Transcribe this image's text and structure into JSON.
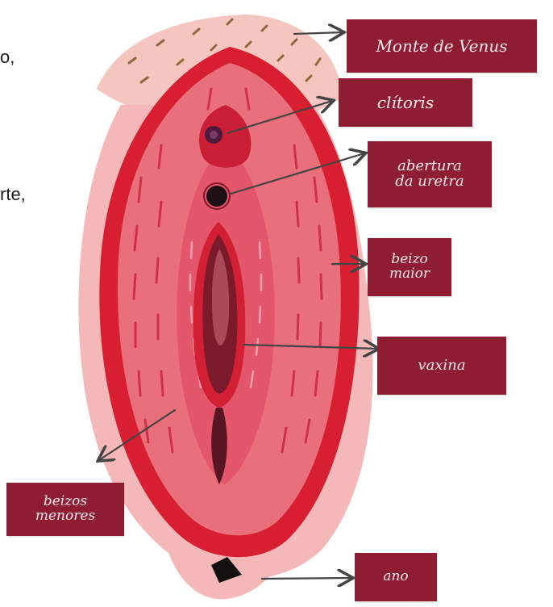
{
  "stray_text": {
    "line1": "o,",
    "line2": "rte,"
  },
  "labels": {
    "monte": "Monte de Venus",
    "clitoris": "clítoris",
    "uretra": "abertura\nda uretra",
    "beizo_maior": "beizo\nmaior",
    "vaxina": "vaxina",
    "beizos_menores": "beizos\nmenores",
    "ano": "ano"
  },
  "colors": {
    "label_bg": "#8e1c32",
    "label_text": "#fbe9ec",
    "outer_red": "#d81f32",
    "skin_pink": "#f2a9ae",
    "inner_pink": "#e97283",
    "dark_core": "#5a1522",
    "arrow": "#444444"
  }
}
